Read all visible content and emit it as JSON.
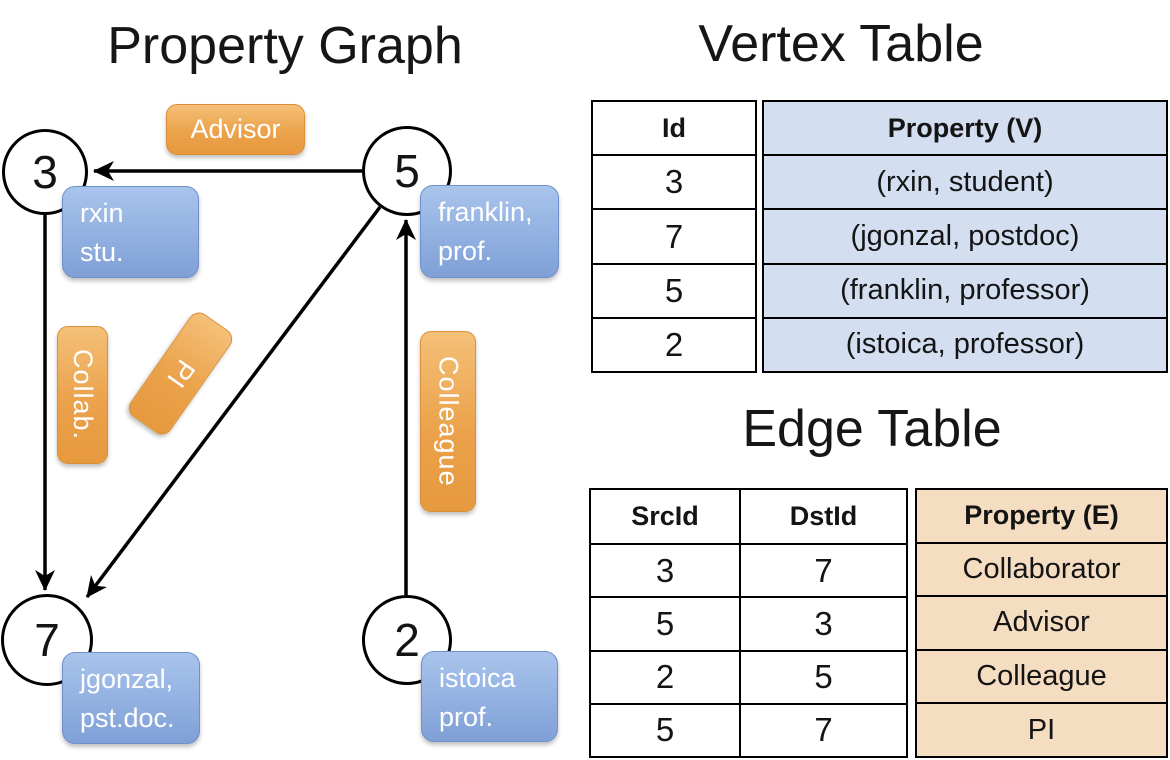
{
  "graph": {
    "title": "Property Graph",
    "nodes": [
      {
        "id": "3"
      },
      {
        "id": "5"
      },
      {
        "id": "7"
      },
      {
        "id": "2"
      }
    ],
    "edge_labels": {
      "advisor": "Advisor",
      "collab": "Collab.",
      "pi": "PI",
      "colleague": "Colleague"
    },
    "vertex_labels": {
      "v3": {
        "line1": "rxin",
        "line2": "stu."
      },
      "v5": {
        "line1": "franklin,",
        "line2": "prof."
      },
      "v7": {
        "line1": "jgonzal,",
        "line2": "pst.doc."
      },
      "v2": {
        "line1": "istoica",
        "line2": "prof."
      }
    }
  },
  "vertex_table": {
    "title": "Vertex Table",
    "headers": {
      "id": "Id",
      "property": "Property (V)"
    },
    "rows": [
      {
        "id": "3",
        "property": "(rxin, student)"
      },
      {
        "id": "7",
        "property": "(jgonzal, postdoc)"
      },
      {
        "id": "5",
        "property": "(franklin, professor)"
      },
      {
        "id": "2",
        "property": "(istoica, professor)"
      }
    ]
  },
  "edge_table": {
    "title": "Edge Table",
    "headers": {
      "src": "SrcId",
      "dst": "DstId",
      "property": "Property (E)"
    },
    "rows": [
      {
        "src": "3",
        "dst": "7",
        "property": "Collaborator"
      },
      {
        "src": "5",
        "dst": "3",
        "property": "Advisor"
      },
      {
        "src": "2",
        "dst": "5",
        "property": "Colleague"
      },
      {
        "src": "5",
        "dst": "7",
        "property": "PI"
      }
    ]
  },
  "colors": {
    "edge_label_orange": "#eba24b",
    "vertex_label_blue": "#8faede",
    "vertex_table_fill": "#d3def1",
    "edge_table_fill": "#f5ddc2",
    "line_black": "#000000"
  }
}
